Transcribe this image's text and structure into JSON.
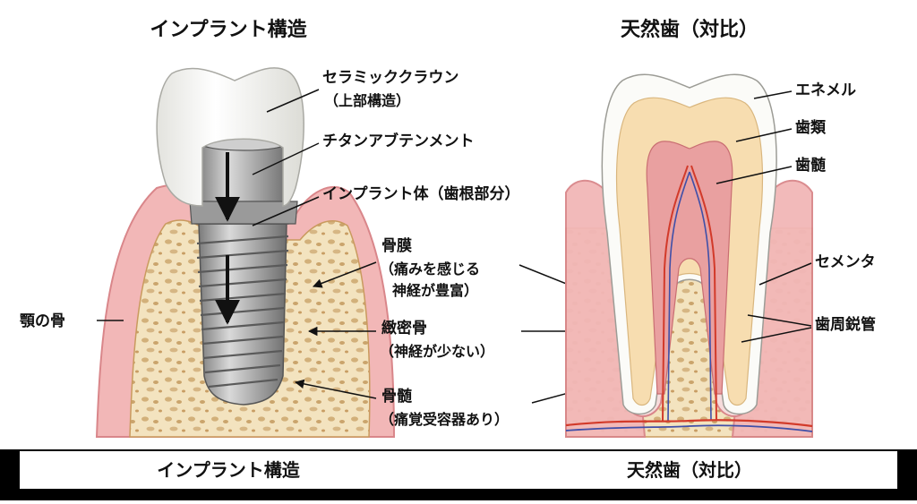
{
  "implant": {
    "title": "インプラント構造",
    "labels": {
      "crown": "セラミッククラウン",
      "crown_sub": "（上部構造）",
      "abutment": "チタンアブテンメント",
      "fixture": "インプラント体（歯根部分）",
      "jaw_bone": "顎の骨",
      "periosteum": "骨膜",
      "periosteum_sub1": "（痛みを感じる",
      "periosteum_sub2": "神経が豊富）",
      "cortical": "緻密骨",
      "cortical_sub": "（神経が少ない）",
      "marrow": "骨髄",
      "marrow_sub": "（痛覚受容器あり）"
    }
  },
  "natural": {
    "title": "天然歯（対比）",
    "labels": {
      "enamel": "エネメル",
      "dentin": "歯類",
      "pulp": "歯髄",
      "cementum": "セメンタ",
      "ligament": "歯周鋭管"
    }
  },
  "footer": {
    "left": "インプラント構造",
    "right": "天然歯（対比）"
  },
  "colors": {
    "gum": "#f2b7b7",
    "gum_edge": "#d9868a",
    "bone": "#f3e3bf",
    "bone_spot": "#d2b07a",
    "titanium": "#a9a9a9",
    "crown": "#f5f5f1",
    "dentin": "#f7ddb0",
    "pulp": "#e9a0a0",
    "nerve_red": "#d23a2a",
    "nerve_blue": "#3f4fa8",
    "footer_band": "#000000"
  }
}
